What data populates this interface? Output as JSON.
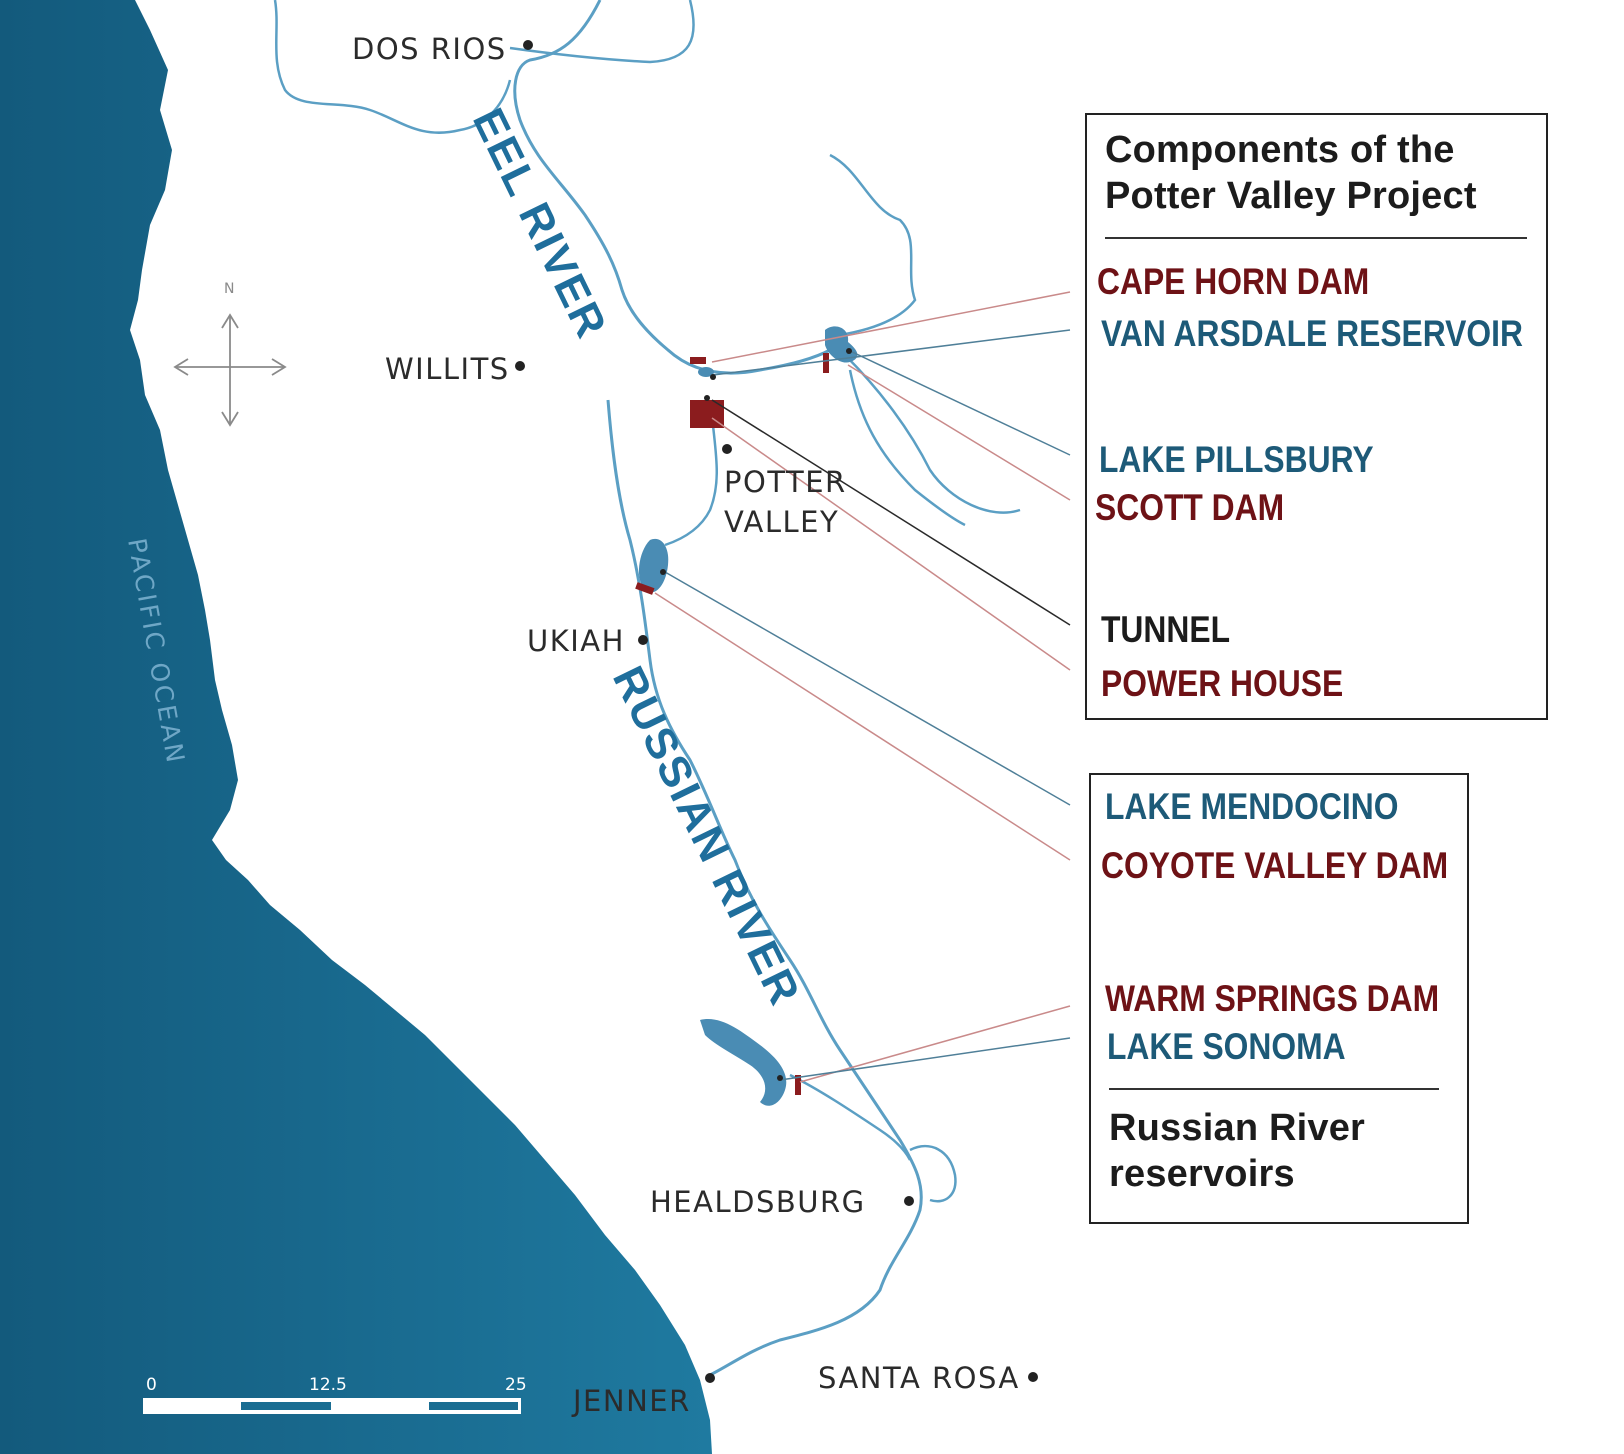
{
  "map": {
    "ocean_label": "PACIFIC OCEAN",
    "compass_north": "N",
    "rivers": {
      "eel": "EEL RIVER",
      "russian": "RUSSIAN RIVER"
    },
    "places": {
      "dos_rios": "DOS RIOS",
      "willits": "WILLITS",
      "potter": "POTTER",
      "valley": "VALLEY",
      "ukiah": "UKIAH",
      "healdsburg": "HEALDSBURG",
      "santa_rosa": "SANTA ROSA",
      "jenner": "JENNER"
    },
    "scale_bar": {
      "ticks": [
        "0",
        "12.5",
        "25"
      ]
    }
  },
  "potter_valley_box": {
    "title_line1": "Components of the",
    "title_line2": "Potter Valley Project",
    "items": [
      {
        "label": "CAPE HORN DAM",
        "color": "#6e1216"
      },
      {
        "label": "VAN ARSDALE RESERVOIR",
        "color": "#1d5a78"
      },
      {
        "label": "LAKE PILLSBURY",
        "color": "#1d5a78"
      },
      {
        "label": "SCOTT DAM",
        "color": "#6e1216"
      },
      {
        "label": "TUNNEL",
        "color": "#1c1c1c"
      },
      {
        "label": "POWER HOUSE",
        "color": "#6e1216"
      }
    ]
  },
  "russian_river_box": {
    "items": [
      {
        "label": "LAKE MENDOCINO",
        "color": "#1d5a78"
      },
      {
        "label": "COYOTE VALLEY DAM",
        "color": "#6e1216"
      },
      {
        "label": "WARM SPRINGS DAM",
        "color": "#6e1216"
      },
      {
        "label": "LAKE SONOMA",
        "color": "#1d5a78"
      }
    ],
    "footer_line1": "Russian River",
    "footer_line2": "reservoirs"
  },
  "colors": {
    "ocean": "#1a6d92",
    "ocean_dark": "#135a7c",
    "river": "#5b9fc4",
    "lake": "#4a8cb4",
    "dam_red": "#8b1c1e",
    "leader_red": "#c98a8a",
    "leader_blue": "#4f7f98",
    "leader_dark": "#2a2a2a"
  }
}
